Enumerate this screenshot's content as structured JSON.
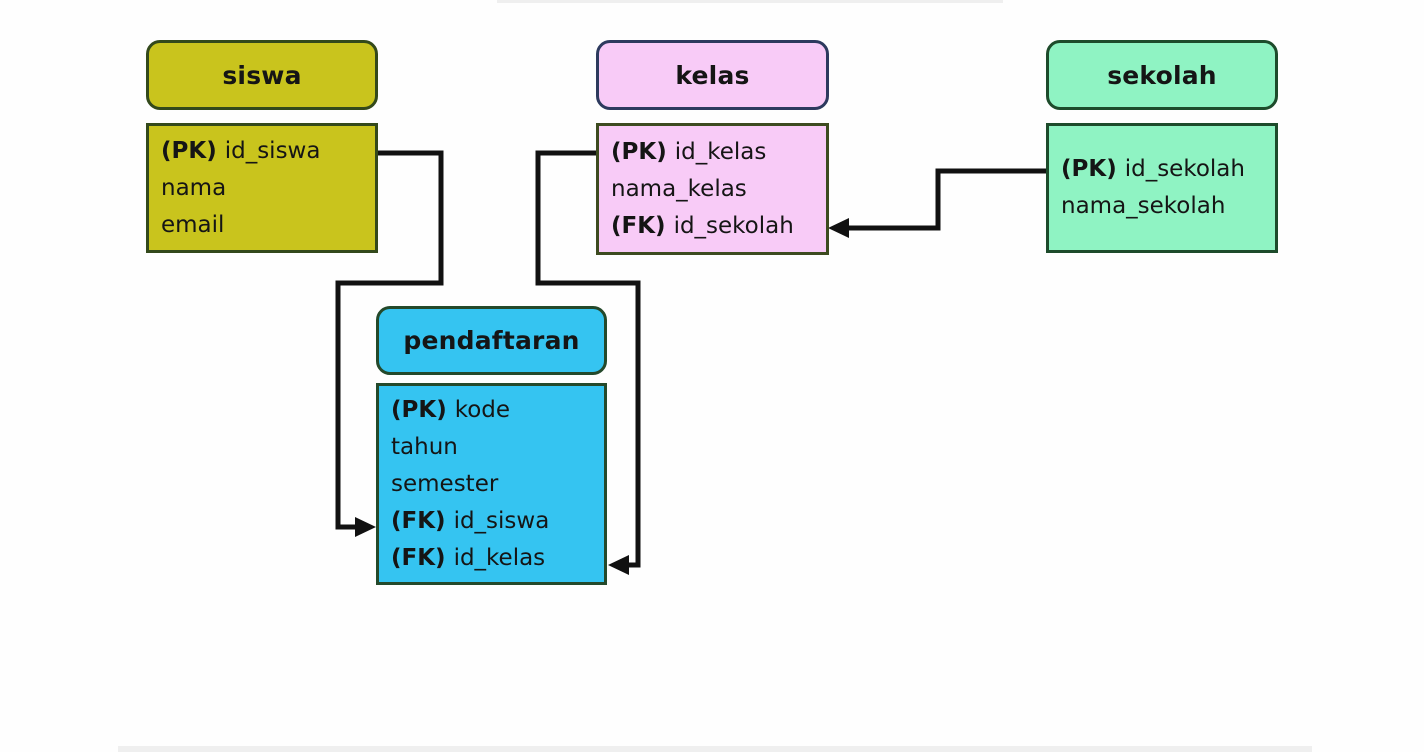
{
  "diagram": {
    "type": "er-diagram",
    "line_color": "#111111",
    "entities": [
      {
        "id": "siswa",
        "title": "siswa",
        "fill": "#c9c41d",
        "header_border_color": "#33491b",
        "body_border_color": "#33491b",
        "fields": [
          {
            "tag": "(PK)",
            "name": "id_siswa"
          },
          {
            "tag": "",
            "name": "nama"
          },
          {
            "tag": "",
            "name": "email"
          }
        ]
      },
      {
        "id": "kelas",
        "title": "kelas",
        "fill": "#f8cbf7",
        "header_border_color": "#2d3a5e",
        "body_border_color": "#3d4b20",
        "fields": [
          {
            "tag": "(PK)",
            "name": "id_kelas"
          },
          {
            "tag": "",
            "name": "nama_kelas"
          },
          {
            "tag": "(FK)",
            "name": "id_sekolah"
          }
        ]
      },
      {
        "id": "sekolah",
        "title": "sekolah",
        "fill": "#8ff3c3",
        "header_border_color": "#1d4b2b",
        "body_border_color": "#1d4b2b",
        "fields": [
          {
            "tag": "(PK)",
            "name": "id_sekolah"
          },
          {
            "tag": "",
            "name": "nama_sekolah"
          }
        ]
      },
      {
        "id": "pendaftaran",
        "title": "pendaftaran",
        "fill": "#35c4f1",
        "header_border_color": "#24492b",
        "body_border_color": "#24492b",
        "fields": [
          {
            "tag": "(PK)",
            "name": "kode"
          },
          {
            "tag": "",
            "name": "tahun"
          },
          {
            "tag": "",
            "name": "semester"
          },
          {
            "tag": "(FK)",
            "name": "id_siswa"
          },
          {
            "tag": "(FK)",
            "name": "id_kelas"
          }
        ]
      }
    ],
    "relationships": [
      {
        "from": "siswa",
        "from_field": "id_siswa",
        "to": "pendaftaran",
        "to_field": "id_siswa"
      },
      {
        "from": "kelas",
        "from_field": "id_kelas",
        "to": "pendaftaran",
        "to_field": "id_kelas"
      },
      {
        "from": "sekolah",
        "from_field": "id_sekolah",
        "to": "kelas",
        "to_field": "id_sekolah"
      }
    ]
  }
}
